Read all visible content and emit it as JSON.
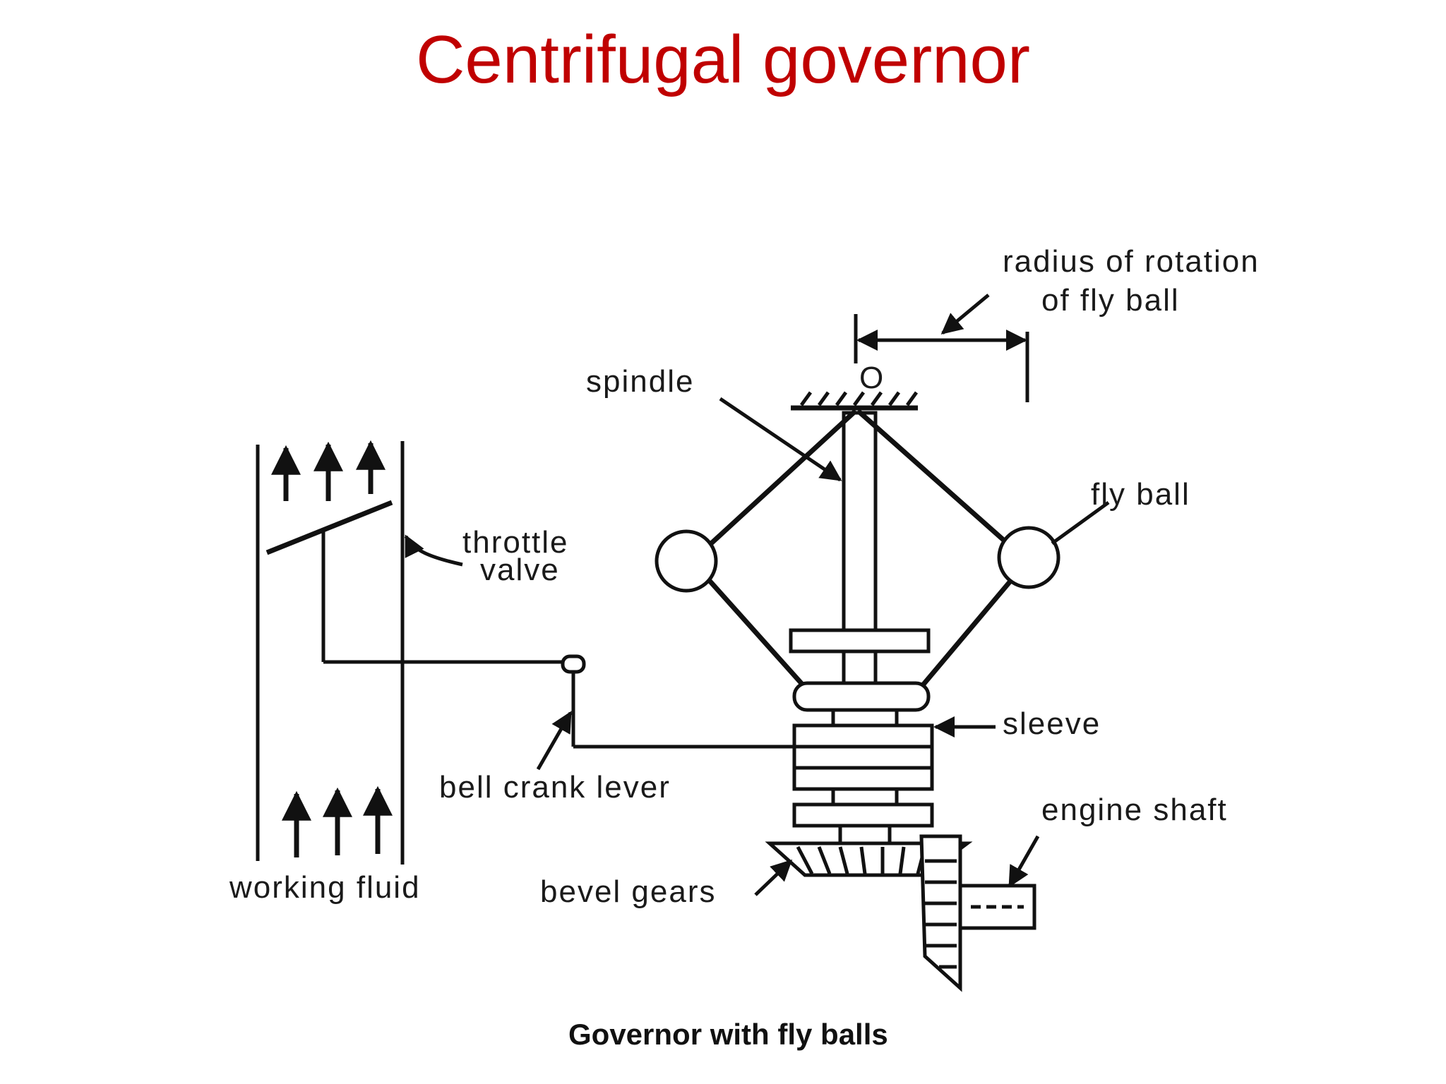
{
  "title": "Centrifugal governor",
  "diagram": {
    "labels": {
      "radius": "radius  of rotation",
      "radius2": "of fly ball",
      "spindle": "spindle",
      "fly_ball": "fly ball",
      "throttle1": "throttle",
      "throttle2": "valve",
      "sleeve": "sleeve",
      "bell_crank": "bell crank lever",
      "engine_shaft": "engine shaft",
      "working_fluid": "working fluid",
      "bevel_gears": "bevel gears",
      "pivot": "O"
    },
    "caption": "Governor with fly balls"
  }
}
